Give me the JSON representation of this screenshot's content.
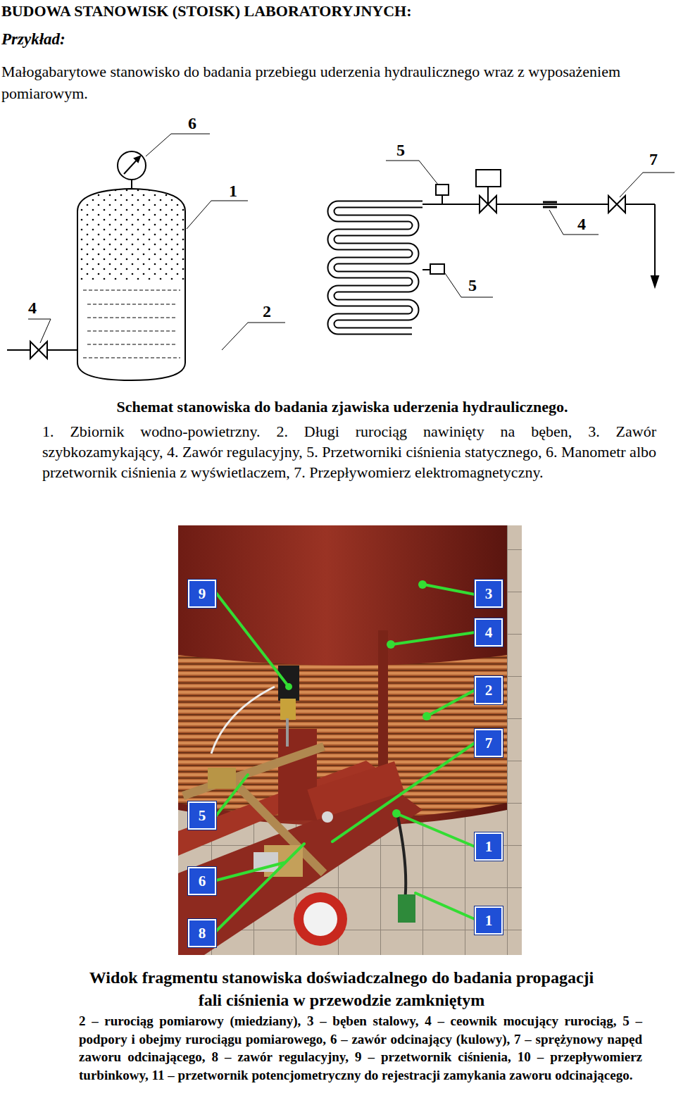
{
  "diagram": {
    "title": "BUDOWA STANOWISK (STOISK) LABORATORYJNYCH:",
    "nodes": [
      {
        "text": [
          "9"
        ]
      },
      {
        "text": [
          "3"
        ]
      },
      {
        "text": [
          "4"
        ]
      },
      {
        "text": [
          "2"
        ]
      },
      {
        "text": [
          "7"
        ]
      },
      {
        "text": [
          "5"
        ]
      },
      {
        "text": [
          "1"
        ]
      },
      {
        "text": [
          "6"
        ]
      },
      {
        "text": [
          "8"
        ]
      },
      {
        "text": [
          "1"
        ]
      }
    ],
    "labels": [
      "Przykład:",
      "Małogabarytowe stanowisko do badania przebiegu uderzenia hydraulicznego wraz z wyposażeniem pomiarowym.",
      "6",
      "1",
      "5",
      "7",
      "4",
      "5",
      "4",
      "2",
      "Schemat stanowiska do badania zjawiska uderzenia hydraulicznego.",
      "1. Zbiornik wodno-powietrzny. 2. Długi rurociąg nawinięty na bęben, 3. Zawór szybkozamykający, 4. Zawór regulacyjny, 5. Przetworniki ciśnienia statycznego, 6. Manometr albo przetwornik ciśnienia z wyświetlaczem, 7. Przepływomierz elektromagnetyczny.",
      "Widok fragmentu stanowiska doświadczalnego do badania propagacji fali ciśnienia w przewodzie zamkniętym",
      "2 – rurociąg pomiarowy (miedziany), 3 – bęben stalowy, 4 – ceownik mocujący rurociąg, 5 – podpory i obejmy rurociągu pomiarowego, 6 – zawór odcinający (kulowy), 7 – sprężynowy napęd zaworu odcinającego, 8 – zawór regulacyjny, 9 – przetwornik ciśnienia, 10 – przepływomierz turbinkowy, 11 – przetwornik potencjometryczny do rejestracji zamykania zaworu odcinającego."
    ]
  }
}
